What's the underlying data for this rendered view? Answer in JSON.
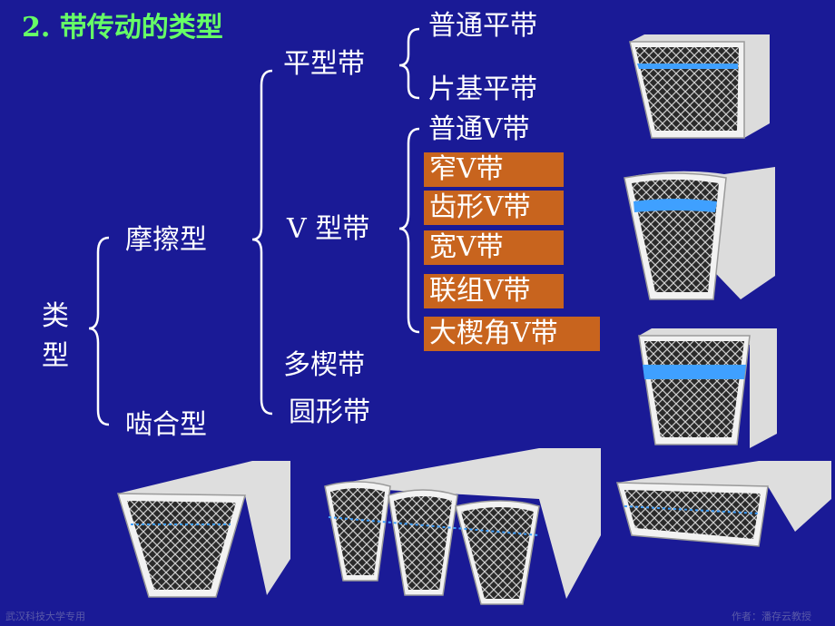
{
  "title": "2.  带传动的类型",
  "root": [
    "类",
    "型"
  ],
  "level1": {
    "friction": "摩擦型",
    "mesh": "啮合型"
  },
  "friction_types": {
    "flat": "平型带",
    "v": "V 型带",
    "multi_wedge": "多楔带",
    "round": "圆形带"
  },
  "flat_types": [
    "普通平带",
    "片基平带"
  ],
  "v_types": {
    "normal": "普通V带",
    "highlighted": [
      "窄V带",
      "齿形V带",
      "宽V带",
      "联组V带",
      "大楔角V带"
    ]
  },
  "footer": {
    "left": "武汉科技大学专用",
    "right": "作者：潘存云教授"
  },
  "colors": {
    "background": "#1a1a96",
    "title": "#66ff66",
    "highlight_box": "#c8641e",
    "text": "#ffffff"
  }
}
